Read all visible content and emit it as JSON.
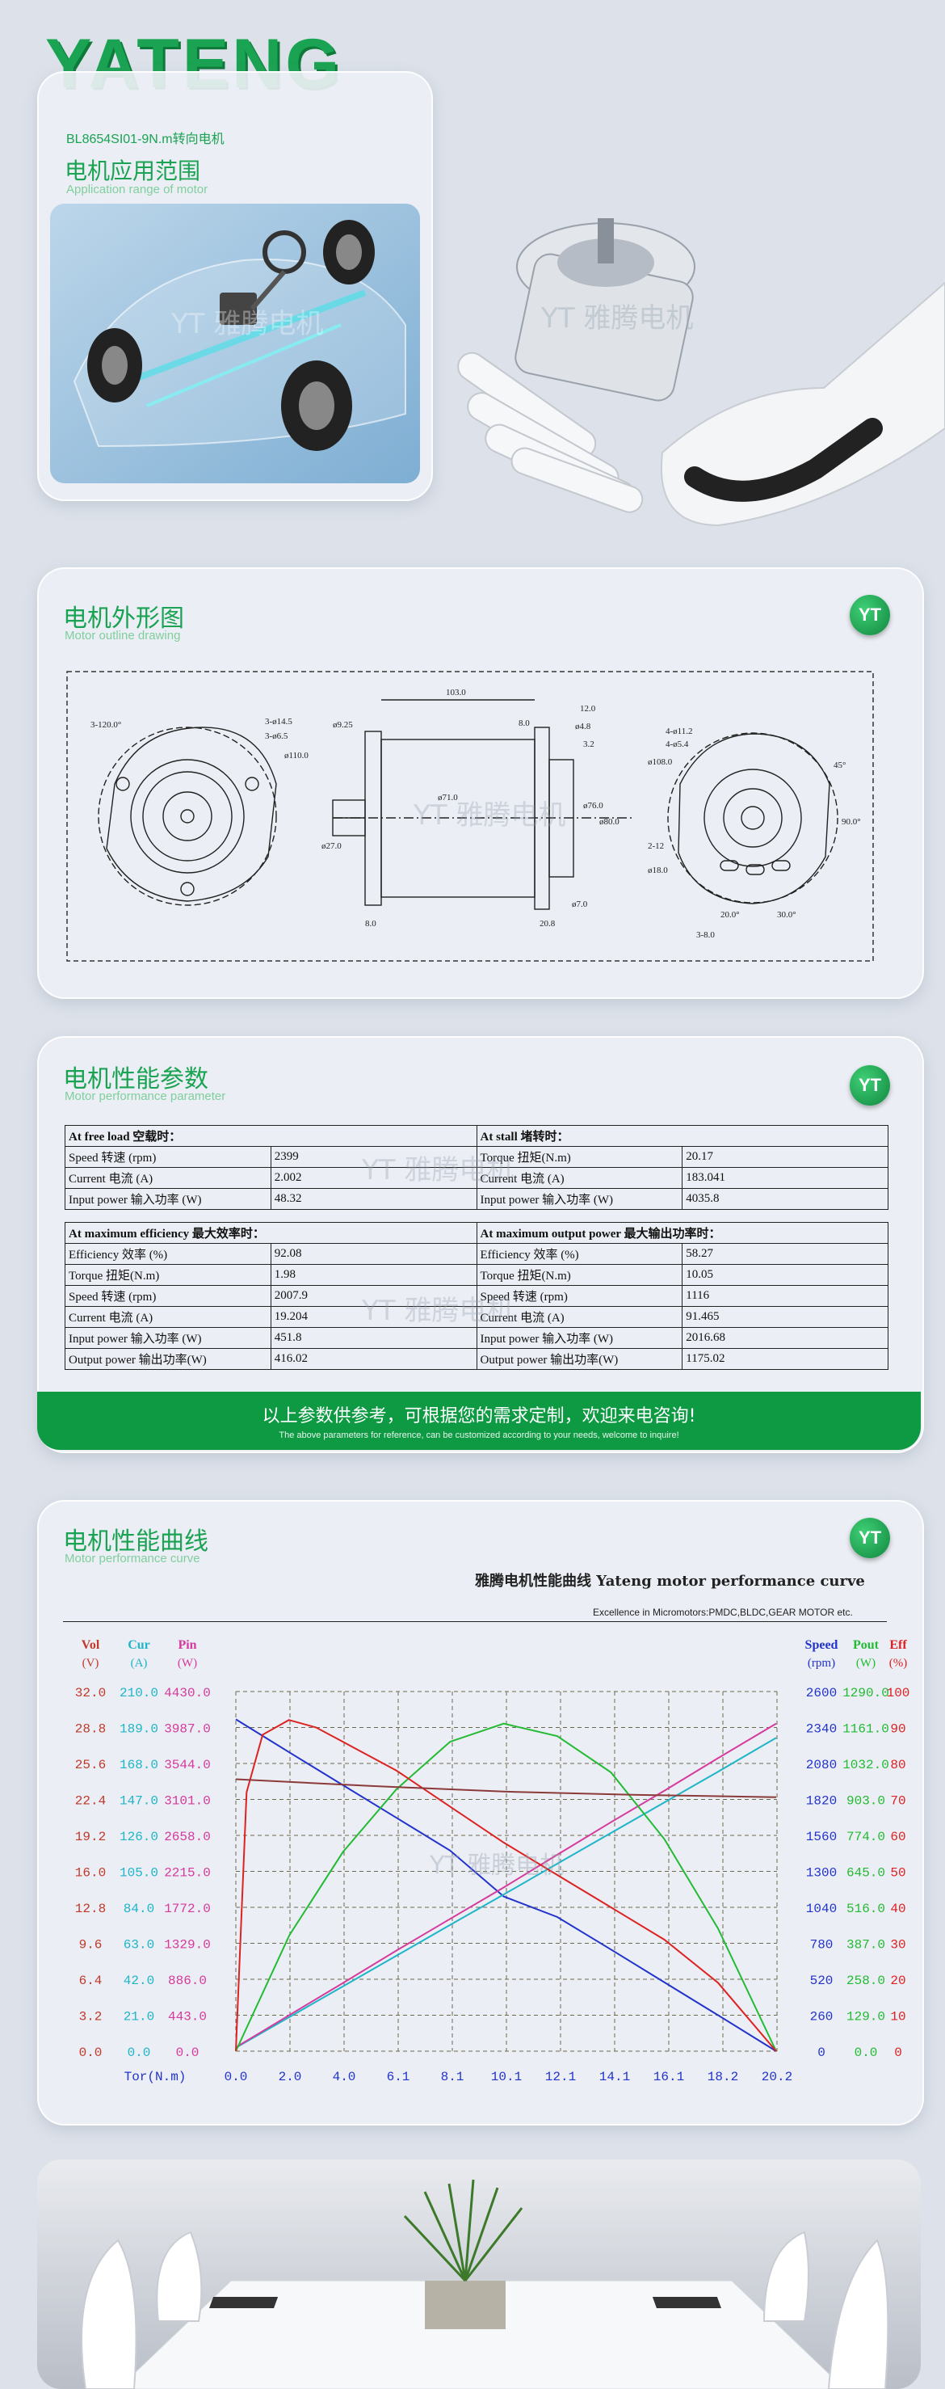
{
  "brand": "YATENG",
  "app": {
    "model": "BL8654SI01-9N.m转向电机",
    "title": "电机应用范围",
    "subtitle": "Application range of motor"
  },
  "outline": {
    "title": "电机外形图",
    "subtitle": "Motor outline drawing",
    "badge": "YT",
    "dims": [
      "3-120.0°",
      "3-ø14.5",
      "3-ø6.5",
      "ø110.0",
      "ø9.25",
      "103.0",
      "8.0",
      "12.0",
      "ø4.8",
      "3.2",
      "ø27.0",
      "ø76.0",
      "ø80.0",
      "ø71.0",
      "ø7.0",
      "20.8",
      "8.0",
      "4-ø11.2",
      "4-ø5.4",
      "ø108.0",
      "45°",
      "90.0°",
      "2-12",
      "ø18.0",
      "20.0°",
      "30.0°",
      "3-8.0"
    ]
  },
  "params": {
    "title": "电机性能参数",
    "subtitle": "Motor performance parameter",
    "badge": "YT",
    "free_load_header": "At free load 空载时：",
    "stall_header": "At stall 堵转时：",
    "free_load": [
      {
        "label": "Speed 转速 (rpm)",
        "value": "2399"
      },
      {
        "label": "Current 电流 (A)",
        "value": "2.002"
      },
      {
        "label": "Input power 输入功率 (W)",
        "value": "48.32"
      }
    ],
    "stall": [
      {
        "label": "Torque 扭矩(N.m)",
        "value": "20.17"
      },
      {
        "label": "Current 电流 (A)",
        "value": "183.041"
      },
      {
        "label": "Input power 输入功率 (W)",
        "value": "4035.8"
      }
    ],
    "max_eff_header": "At maximum efficiency 最大效率时：",
    "max_out_header": "At maximum output power 最大输出功率时：",
    "max_eff": [
      {
        "label": "Efficiency 效率 (%)",
        "value": "92.08"
      },
      {
        "label": "Torque 扭矩(N.m)",
        "value": "1.98"
      },
      {
        "label": "Speed 转速 (rpm)",
        "value": "2007.9"
      },
      {
        "label": "Current 电流 (A)",
        "value": "19.204"
      },
      {
        "label": "Input power 输入功率 (W)",
        "value": "451.8"
      },
      {
        "label": "Output power 输出功率(W)",
        "value": "416.02"
      }
    ],
    "max_out": [
      {
        "label": "Efficiency 效率 (%)",
        "value": "58.27"
      },
      {
        "label": "Torque 扭矩(N.m)",
        "value": "10.05"
      },
      {
        "label": "Speed 转速 (rpm)",
        "value": "1116"
      },
      {
        "label": "Current 电流 (A)",
        "value": "91.465"
      },
      {
        "label": "Input power 输入功率 (W)",
        "value": "2016.68"
      },
      {
        "label": "Output power 输出功率(W)",
        "value": "1175.02"
      }
    ],
    "note_cn": "以上参数供参考，可根据您的需求定制，欢迎来电咨询!",
    "note_en": "The above parameters for reference, can be customized according to your needs, welcome to inquire!"
  },
  "curve": {
    "title": "电机性能曲线",
    "subtitle": "Motor performance curve",
    "badge": "YT",
    "chart_title": "雅腾电机性能曲线 Yateng motor performance curve",
    "tagline": "Excellence in Micromotors:PMDC,BLDC,GEAR MOTOR etc."
  },
  "watermark": "YT 雅腾电机",
  "colors": {
    "brand_green": "#1aa352",
    "vol": "#c0392b",
    "cur": "#1fb5c9",
    "pin": "#d63a9c",
    "speed": "#2233cc",
    "pout": "#22bb33",
    "eff": "#dd2222",
    "input_power_curve": "#8b3a3a"
  },
  "chart_data": {
    "type": "line",
    "title": "雅腾电机性能曲线 Yateng motor performance curve",
    "xlabel": "Tor(N.m)",
    "x_ticks": [
      "0.0",
      "2.0",
      "4.0",
      "6.1",
      "8.1",
      "10.1",
      "12.1",
      "14.1",
      "16.1",
      "18.2",
      "20.2"
    ],
    "xlim": [
      0,
      20.2
    ],
    "grid": true,
    "left_axes": [
      {
        "name": "Vol",
        "unit": "(V)",
        "ticks": [
          "32.0",
          "28.8",
          "25.6",
          "22.4",
          "19.2",
          "16.0",
          "12.8",
          "9.6",
          "6.4",
          "3.2",
          "0.0"
        ],
        "lim": [
          0,
          32
        ]
      },
      {
        "name": "Cur",
        "unit": "(A)",
        "ticks": [
          "210.0",
          "189.0",
          "168.0",
          "147.0",
          "126.0",
          "105.0",
          "84.0",
          "63.0",
          "42.0",
          "21.0",
          "0.0"
        ],
        "lim": [
          0,
          210
        ]
      },
      {
        "name": "Pin",
        "unit": "(W)",
        "ticks": [
          "4430.0",
          "3987.0",
          "3544.0",
          "3101.0",
          "2658.0",
          "2215.0",
          "1772.0",
          "1329.0",
          "886.0",
          "443.0",
          "0.0"
        ],
        "lim": [
          0,
          4430
        ]
      }
    ],
    "right_axes": [
      {
        "name": "Speed",
        "unit": "(rpm)",
        "ticks": [
          "2600",
          "2340",
          "2080",
          "1820",
          "1560",
          "1300",
          "1040",
          "780",
          "520",
          "260",
          "0"
        ],
        "lim": [
          0,
          2600
        ]
      },
      {
        "name": "Pout",
        "unit": "(W)",
        "ticks": [
          "1290.0",
          "1161.0",
          "1032.0",
          "903.0",
          "774.0",
          "645.0",
          "516.0",
          "387.0",
          "258.0",
          "129.0",
          "0.0"
        ],
        "lim": [
          0,
          1290
        ]
      },
      {
        "name": "Eff",
        "unit": "(%)",
        "ticks": [
          "100",
          "90",
          "80",
          "70",
          "60",
          "50",
          "40",
          "30",
          "20",
          "10",
          "0"
        ],
        "lim": [
          0,
          100
        ]
      }
    ],
    "series": [
      {
        "axis": "Speed",
        "color": "#2233cc",
        "points": [
          [
            0,
            2399
          ],
          [
            2,
            2160
          ],
          [
            4,
            1923
          ],
          [
            6,
            1687
          ],
          [
            8,
            1450
          ],
          [
            10,
            1118
          ],
          [
            12,
            970
          ],
          [
            14,
            735
          ],
          [
            16,
            497
          ],
          [
            18,
            260
          ],
          [
            20.17,
            0
          ]
        ]
      },
      {
        "axis": "Cur",
        "color": "#1fb5c9",
        "points": [
          [
            0,
            2.0
          ],
          [
            2,
            19.9
          ],
          [
            4,
            37.9
          ],
          [
            6,
            55.8
          ],
          [
            8,
            73.7
          ],
          [
            10,
            91.5
          ],
          [
            12,
            109.5
          ],
          [
            14,
            127.4
          ],
          [
            16,
            145.3
          ],
          [
            18,
            163.2
          ],
          [
            20.17,
            183.0
          ]
        ]
      },
      {
        "axis": "Pin",
        "color": "#d63a9c",
        "points": [
          [
            0,
            48
          ],
          [
            2,
            445
          ],
          [
            4,
            840
          ],
          [
            6,
            1240
          ],
          [
            8,
            1630
          ],
          [
            10,
            2017
          ],
          [
            12,
            2420
          ],
          [
            14,
            2820
          ],
          [
            16,
            3210
          ],
          [
            18,
            3610
          ],
          [
            20.17,
            4036
          ]
        ]
      },
      {
        "axis": "Pout",
        "color": "#22bb33",
        "points": [
          [
            0,
            0
          ],
          [
            2,
            416
          ],
          [
            4,
            715
          ],
          [
            6,
            940
          ],
          [
            8,
            1110
          ],
          [
            10,
            1175
          ],
          [
            12,
            1130
          ],
          [
            14,
            1000
          ],
          [
            16,
            760
          ],
          [
            18,
            440
          ],
          [
            20.17,
            0
          ]
        ]
      },
      {
        "axis": "Eff",
        "color": "#dd2222",
        "points": [
          [
            0,
            0
          ],
          [
            0.4,
            72
          ],
          [
            1,
            88
          ],
          [
            1.98,
            92.08
          ],
          [
            3,
            90
          ],
          [
            4,
            86
          ],
          [
            6,
            78
          ],
          [
            8,
            68
          ],
          [
            10,
            58
          ],
          [
            12,
            49
          ],
          [
            14,
            40
          ],
          [
            16,
            31
          ],
          [
            18,
            19
          ],
          [
            20.17,
            0
          ]
        ]
      },
      {
        "axis": "Vol",
        "color": "#8b3a3a",
        "points": [
          [
            0,
            24.2
          ],
          [
            5,
            23.6
          ],
          [
            10,
            23.1
          ],
          [
            15,
            22.8
          ],
          [
            20.17,
            22.6
          ]
        ]
      }
    ]
  }
}
